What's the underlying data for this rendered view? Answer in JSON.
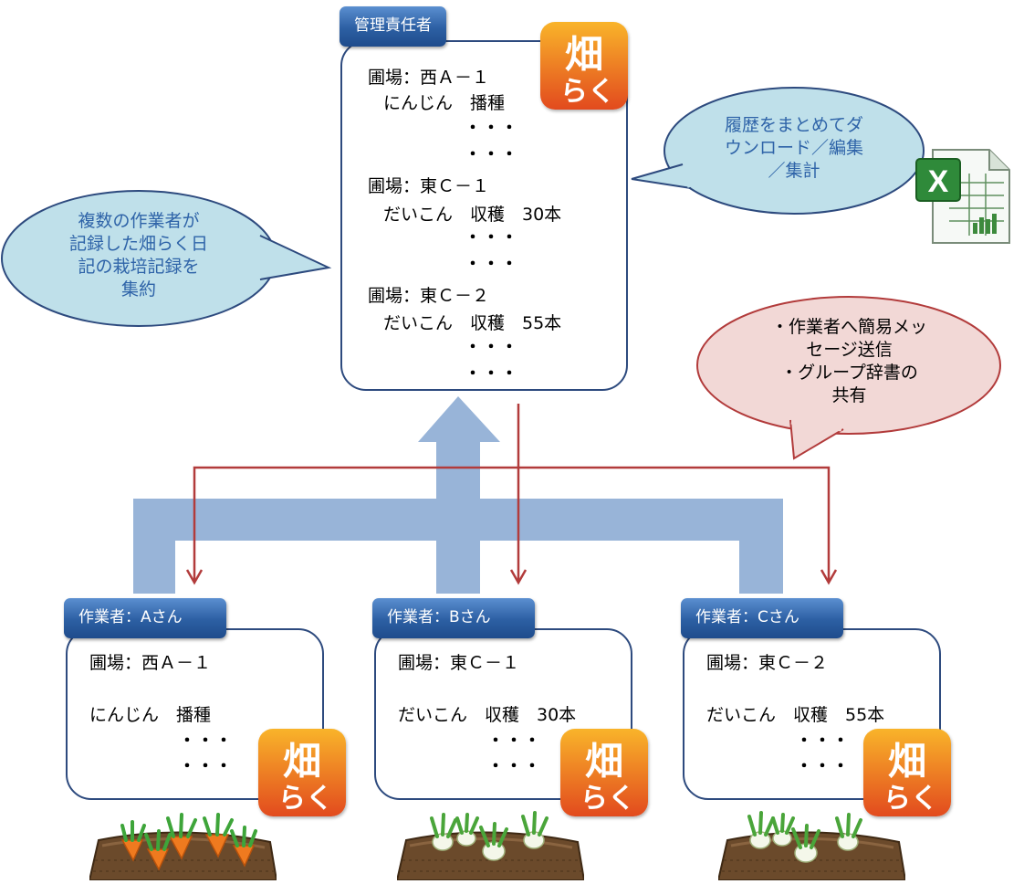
{
  "manager": {
    "label": "管理責任者",
    "lines": [
      {
        "text": "圃場：西Ａ－１"
      },
      {
        "text": "にんじん　播種"
      },
      {
        "text": "・・・"
      },
      {
        "text": "・・・"
      },
      {
        "text": "圃場：東Ｃ－１"
      },
      {
        "text": "だいこん　収穫　30本"
      },
      {
        "text": "・・・"
      },
      {
        "text": "・・・"
      },
      {
        "text": "圃場：東Ｃ－２"
      },
      {
        "text": "だいこん　収穫　55本"
      },
      {
        "text": "・・・"
      },
      {
        "text": "・・・"
      }
    ]
  },
  "bubbles": {
    "left": {
      "lines": [
        "複数の作業者が",
        "記録した畑らく日",
        "記の栽培記録を",
        "集約"
      ]
    },
    "right": {
      "lines": [
        "履歴をまとめてダ",
        "ウンロード／編集",
        "／集計"
      ]
    },
    "bottom": {
      "lines": [
        "・作業者へ簡易メッ",
        "セージ送信",
        "・グループ辞書の",
        "共有"
      ]
    }
  },
  "workers": [
    {
      "label": "作業者：Aさん",
      "field": "圃場：西Ａ－１",
      "crop": "にんじん　播種",
      "dots1": "・・・",
      "dots2": "・・・"
    },
    {
      "label": "作業者：Bさん",
      "field": "圃場：東Ｃ－１",
      "crop": "だいこん　収穫　30本",
      "dots1": "・・・",
      "dots2": "・・・"
    },
    {
      "label": "作業者：Cさん",
      "field": "圃場：東Ｃ－２",
      "crop": "だいこん　収穫　55本",
      "dots1": "・・・",
      "dots2": "・・・"
    }
  ],
  "logo": {
    "text_top": "畑",
    "text_bottom": "らく",
    "color_top": "#f7a21b",
    "color_bottom": "#e4491f"
  },
  "icons": {
    "spreadsheet": "excel-icon",
    "carrots": "carrot-field-icon",
    "radishes": "radish-field-icon"
  },
  "colors": {
    "card_border": "#2d4a7e",
    "label_bg": "#2c5fa3",
    "bubble_blue": "#bfe0ea",
    "bubble_red": "#f2d8d6",
    "arrow_blue": "#98b4d8",
    "arrow_red": "#b23b3b"
  }
}
